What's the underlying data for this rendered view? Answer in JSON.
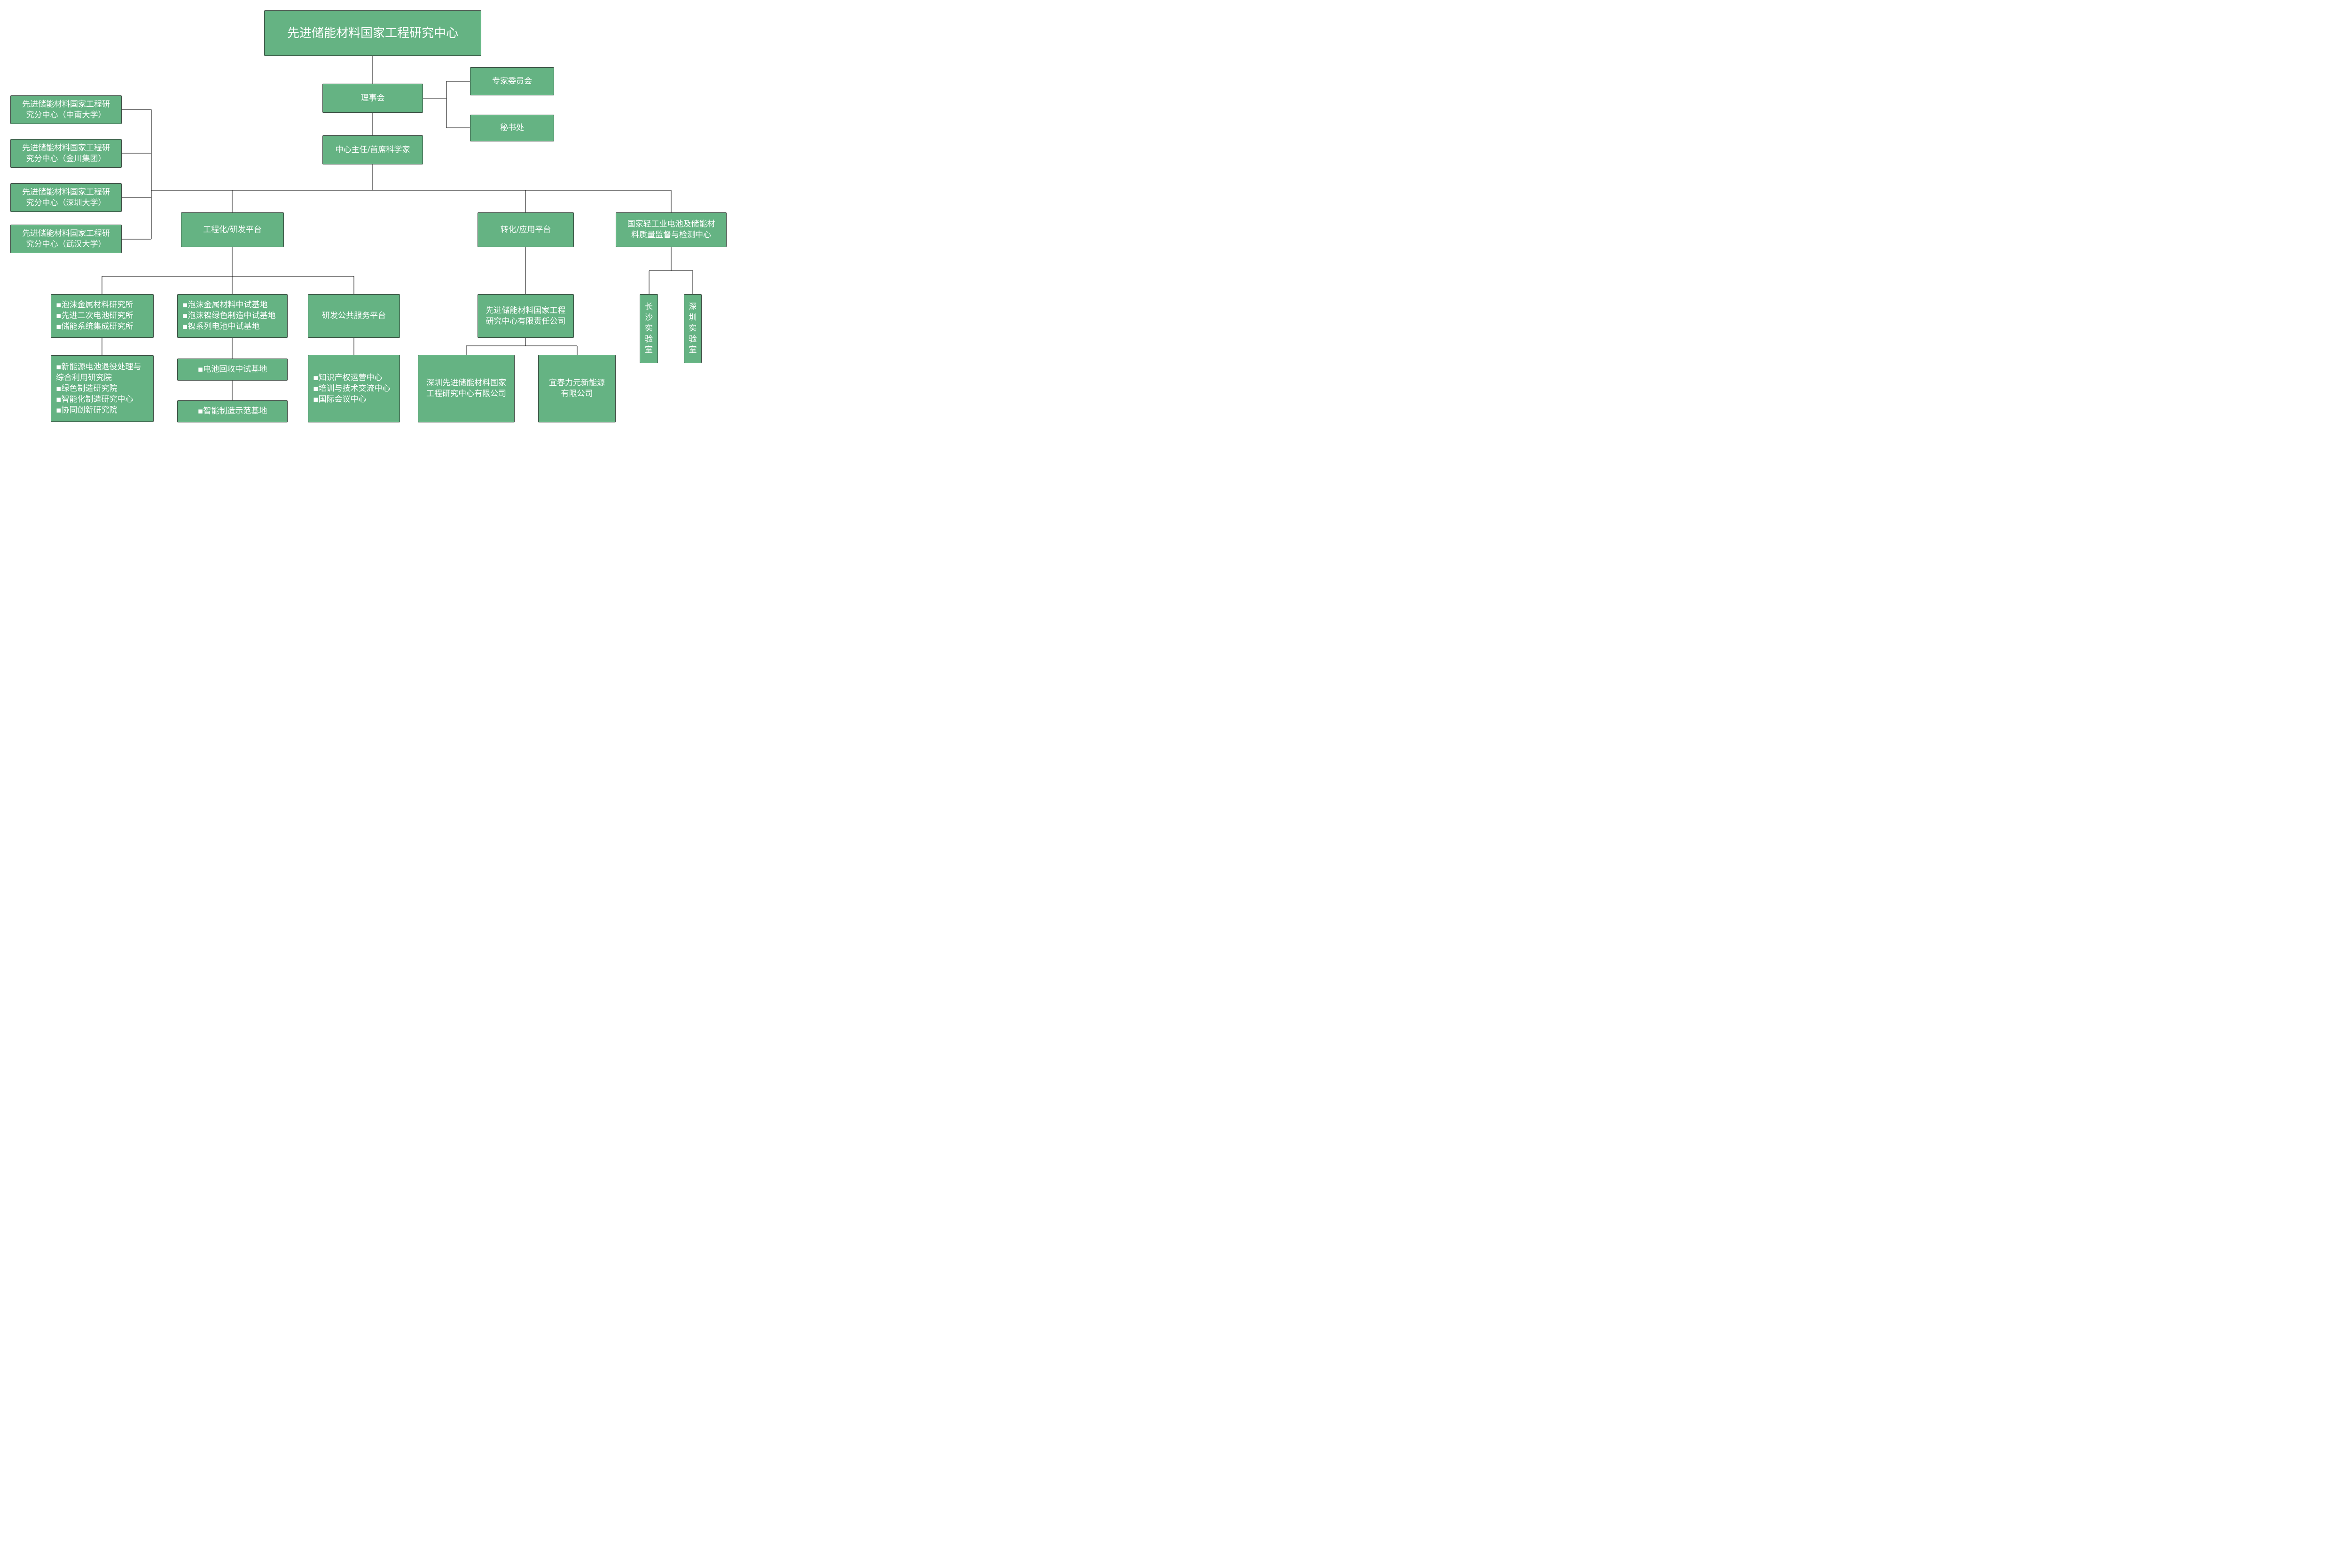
{
  "nodes": {
    "root": "先进储能材料国家工程研究中心",
    "council": "理事会",
    "expert_committee": "专家委员会",
    "secretariat": "秘书处",
    "director": "中心主任/首席科学家",
    "sub_csu": "先进储能材料国家工程研\n究分中心（中南大学）",
    "sub_jinchuan": "先进储能材料国家工程研\n究分中心（金川集团）",
    "sub_szu": "先进储能材料国家工程研\n究分中心（深圳大学）",
    "sub_whu": "先进储能材料国家工程研\n究分中心（武汉大学）",
    "eng_platform": "工程化/研发平台",
    "trans_platform": "转化/应用平台",
    "qc_center": "国家轻工业电池及储能材\n料质量监督与检测中心",
    "institutes": "▪泡沫金属材料研究所\n▪先进二次电池研究所\n▪储能系统集成研究所",
    "pilot_bases": "▪泡沫金属材料中试基地\n▪泡沫镍绿色制造中试基地\n▪镍系列电池中试基地",
    "public_service": "研发公共服务平台",
    "research_institutes": "▪新能源电池退役处理与\n综合利用研究院\n▪绿色制造研究院\n▪智能化制造研究中心\n▪协同创新研究院",
    "battery_recycle": "▪电池回收中试基地",
    "smart_manufacturing": "▪智能制造示范基地",
    "service_centers": "▪知识产权运营中心\n▪培训与技术交流中心\n▪国际会议中心",
    "company": "先进储能材料国家工程\n研究中心有限责任公司",
    "shenzhen_company": "深圳先进储能材料国家\n工程研究中心有限公司",
    "yichun_company": "宜春力元新能源\n有限公司",
    "changsha_lab": "长\n沙\n实\n验\n室",
    "shenzhen_lab": "深\n圳\n实\n验\n室"
  },
  "colors": {
    "box_fill": "#65b383",
    "box_border": "#3a4a40",
    "box_text": "#ffffff",
    "connector": "#000000"
  }
}
